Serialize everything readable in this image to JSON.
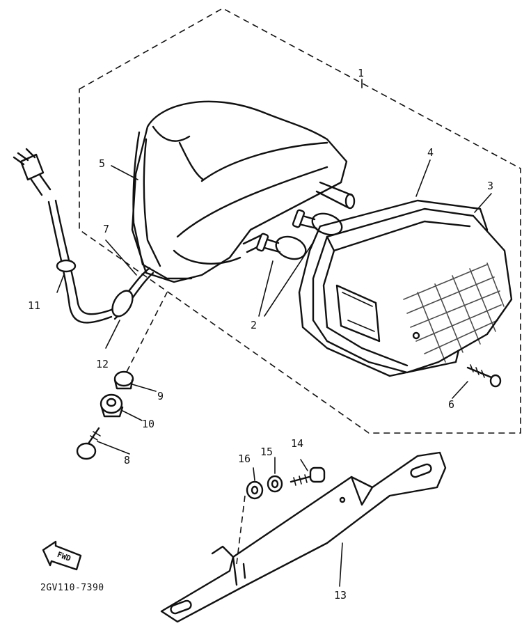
{
  "diagram": {
    "figure_code": "2GV110-7390",
    "direction_label": "FWD",
    "parts": [
      {
        "no": "1",
        "label": "1"
      },
      {
        "no": "2",
        "label": "2"
      },
      {
        "no": "3",
        "label": "3"
      },
      {
        "no": "4",
        "label": "4"
      },
      {
        "no": "5",
        "label": "5"
      },
      {
        "no": "6",
        "label": "6"
      },
      {
        "no": "7",
        "label": "7"
      },
      {
        "no": "8",
        "label": "8"
      },
      {
        "no": "9",
        "label": "9"
      },
      {
        "no": "10",
        "label": "10"
      },
      {
        "no": "11",
        "label": "11"
      },
      {
        "no": "12",
        "label": "12"
      },
      {
        "no": "13",
        "label": "13"
      },
      {
        "no": "14",
        "label": "14"
      },
      {
        "no": "15",
        "label": "15"
      },
      {
        "no": "16",
        "label": "16"
      }
    ]
  }
}
